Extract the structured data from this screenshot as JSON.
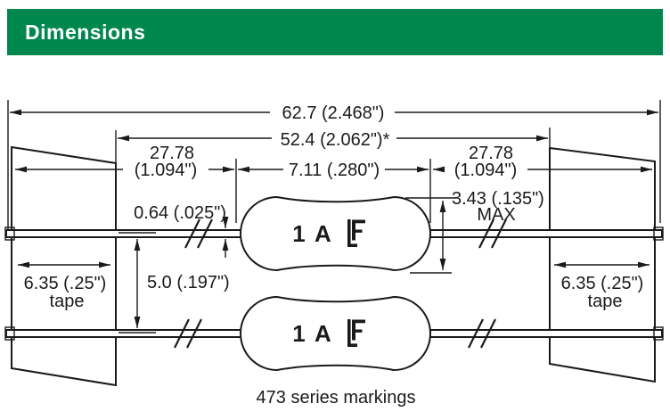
{
  "header": {
    "title": "Dimensions",
    "bg_color": "#00874E",
    "text_color": "#FFFFFF"
  },
  "drawing": {
    "line_color": "#1a1a1a",
    "dimensions": {
      "overall_length": "62.7 (2.468\")",
      "tape_to_tape": "52.4 (2.062\")*",
      "left_offset_mm": "27.78",
      "left_offset_in": "(1.094\")",
      "right_offset_mm": "27.78",
      "right_offset_in": "(1.094\")",
      "body_length": "7.11 (.280\")",
      "body_diameter": "3.43 (.135\")",
      "body_diameter_qualifier": "MAX",
      "lead_diameter": "0.64 (.025\")",
      "lead_spacing": "5.0 (.197\")",
      "tape_width_left": "6.35 (.25\")",
      "tape_width_left_unit": "tape",
      "tape_width_right": "6.35 (.25\")",
      "tape_width_right_unit": "tape"
    },
    "fuse_marking_rating": "1 A",
    "fuse_marking_logo": "LF",
    "caption": "473 series markings"
  }
}
